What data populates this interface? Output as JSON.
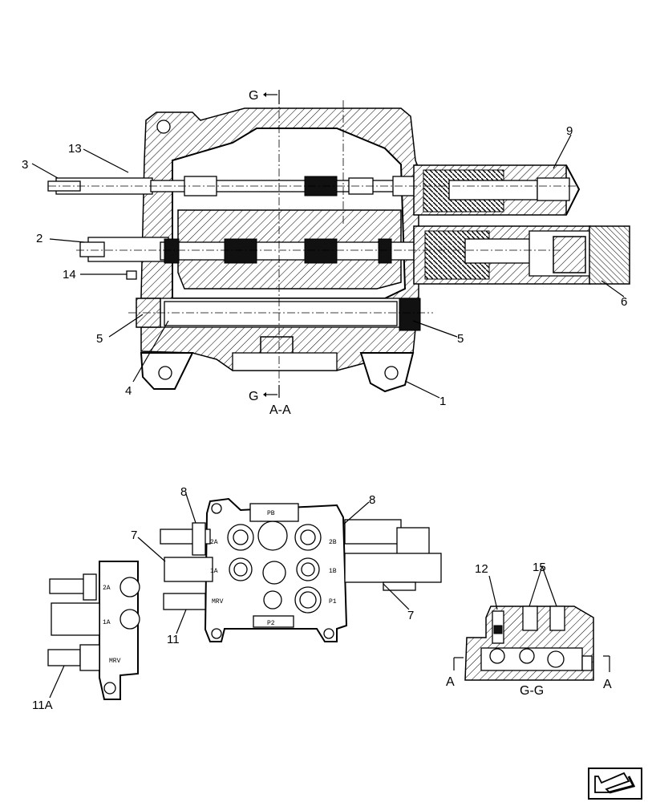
{
  "views": {
    "section_aa": {
      "label": "A-A",
      "cut_top": "G",
      "cut_bottom": "G"
    },
    "section_gg": {
      "label": "G-G",
      "cut_left": "A",
      "cut_right": "A"
    },
    "valve_plate": {
      "pb": "PB",
      "p2": "P2",
      "p1": "P1",
      "port_2a": "2A",
      "port_2b": "2B",
      "port_1a": "1A",
      "port_1b": "1B",
      "mrv": "MRV"
    },
    "side_plate": {
      "port_2a": "2A",
      "port_1a": "1A",
      "mrv": "MRV"
    }
  },
  "callouts": {
    "c1": "1",
    "c2": "2",
    "c3": "3",
    "c4": "4",
    "c5a": "5",
    "c5b": "5",
    "c6": "6",
    "c7a": "7",
    "c7b": "7",
    "c8a": "8",
    "c8b": "8",
    "c9": "9",
    "c11": "11",
    "c11a": "11A",
    "c12": "12",
    "c13": "13",
    "c14": "14",
    "c15": "15"
  },
  "icons": {
    "nav": "previous-page-arrow-icon"
  }
}
